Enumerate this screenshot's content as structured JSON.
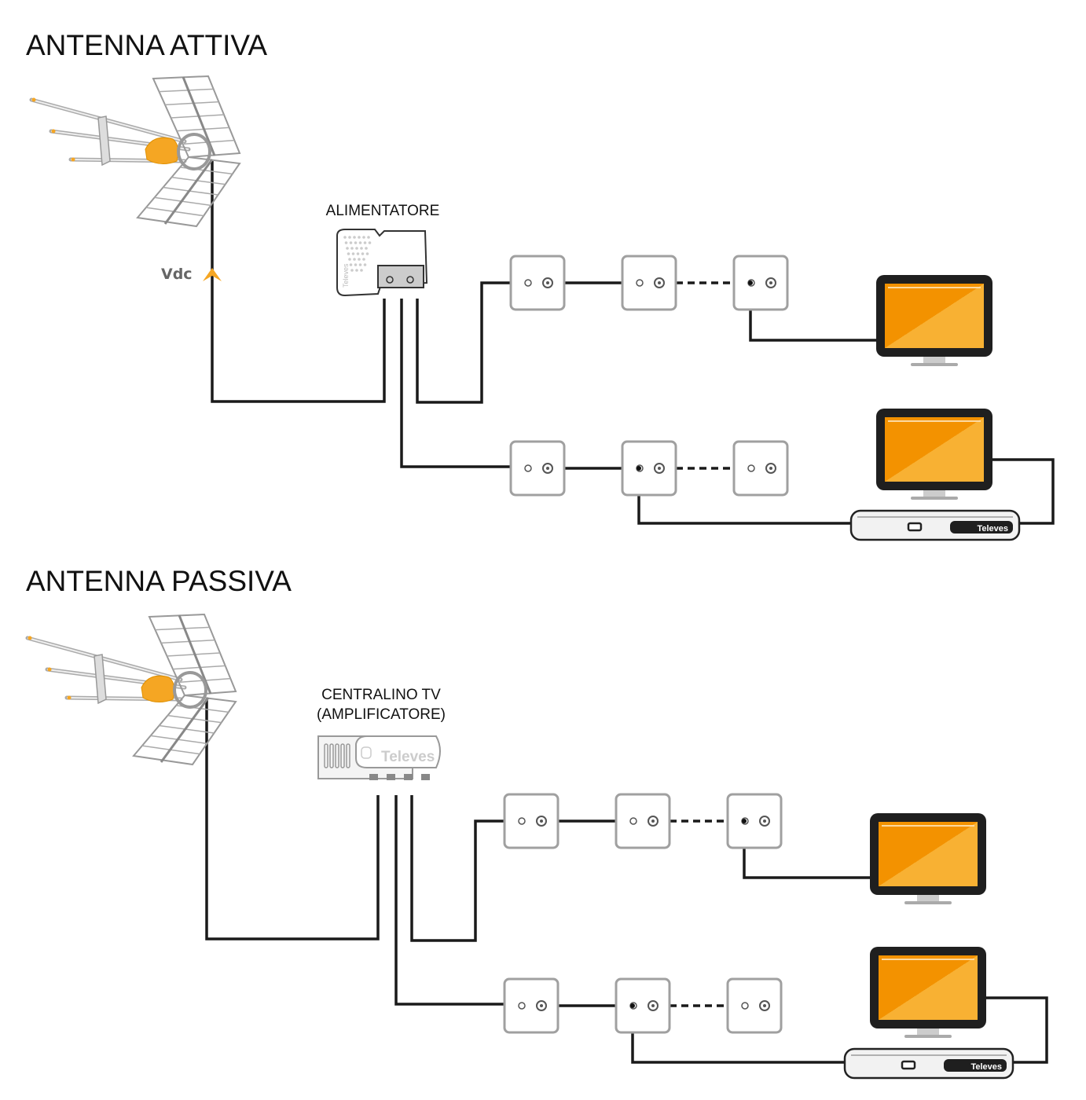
{
  "sections": [
    {
      "title": "ANTENNA ATTIVA",
      "antenna_type": "active",
      "device_label_lines": [
        "ALIMENTATORE"
      ],
      "device_kind": "power-supply",
      "vdc_label": "Vdc",
      "device_brand": "Televes"
    },
    {
      "title": "ANTENNA PASSIVA",
      "antenna_type": "passive",
      "device_label_lines": [
        "CENTRALINO TV",
        "(AMPLIFICATORE)"
      ],
      "device_kind": "amplifier",
      "device_brand": "Televes"
    }
  ],
  "set_top_box_brand": "Televes",
  "colors": {
    "cable": "#1a1a1a",
    "screen_orange": "#f39200",
    "screen_orange_light": "#f8b133",
    "antenna_orange": "#f5a623",
    "outline_gray": "#999999"
  }
}
